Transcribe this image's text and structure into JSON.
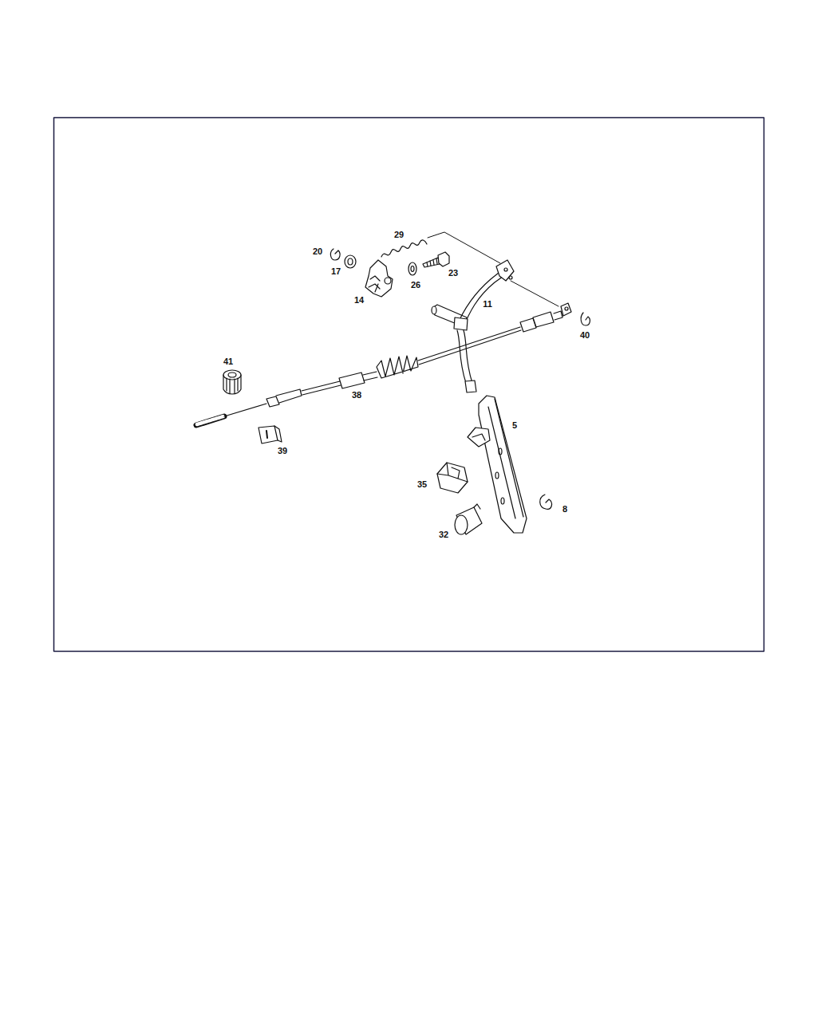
{
  "diagram": {
    "labels": [
      "29",
      "20",
      "17",
      "26",
      "23",
      "14",
      "11",
      "40",
      "41",
      "38",
      "5",
      "39",
      "35",
      "8",
      "32"
    ]
  }
}
